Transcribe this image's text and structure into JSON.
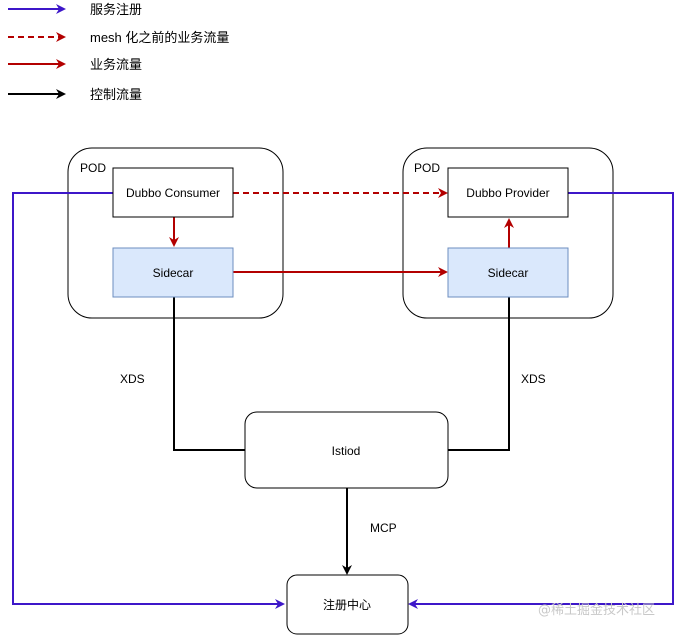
{
  "legend": {
    "items": [
      {
        "label": "服务注册",
        "color": "#3d17c9",
        "dashed": false
      },
      {
        "label": "mesh 化之前的业务流量",
        "color": "#b30000",
        "dashed": true
      },
      {
        "label": "业务流量",
        "color": "#b30000",
        "dashed": false
      },
      {
        "label": "控制流量",
        "color": "#000000",
        "dashed": false
      }
    ]
  },
  "pods": {
    "left": {
      "label": "POD"
    },
    "right": {
      "label": "POD"
    }
  },
  "nodes": {
    "consumer": "Dubbo Consumer",
    "provider": "Dubbo Provider",
    "sidecar_left": "Sidecar",
    "sidecar_right": "Sidecar",
    "istiod": "Istiod",
    "registry": "注册中心"
  },
  "edge_labels": {
    "xds_left": "XDS",
    "xds_right": "XDS",
    "mcp": "MCP"
  },
  "colors": {
    "registration": "#3d17c9",
    "business": "#b30000",
    "control": "#000000",
    "sidecar_fill": "#dae8fc",
    "sidecar_stroke": "#6c8ebf"
  },
  "watermark": "@稀土掘金技术社区"
}
